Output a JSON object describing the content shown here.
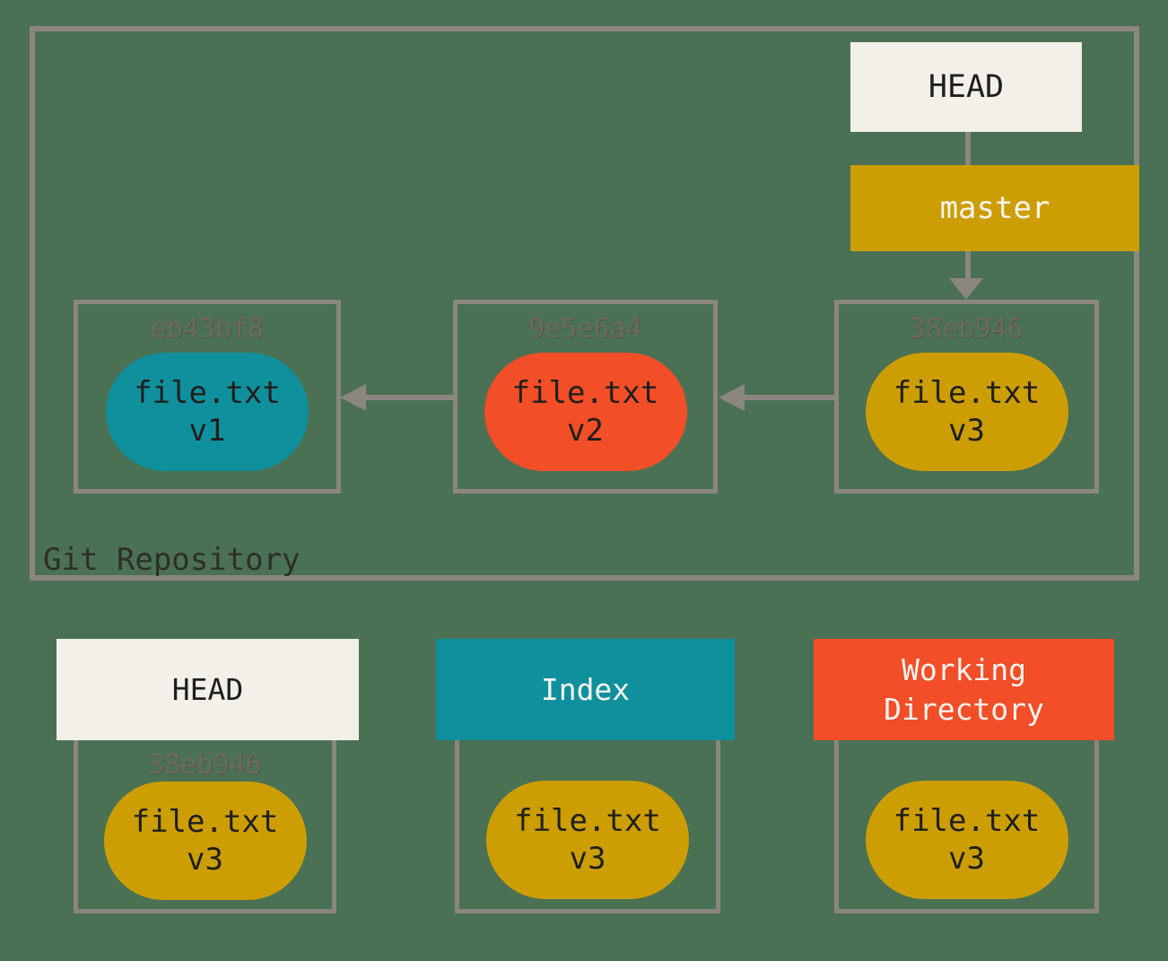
{
  "colors": {
    "background": "#4A7153",
    "line_and_border": "#8C8680",
    "cream": "#F2F0E8",
    "gold": "#CC9E03",
    "teal": "#10909D",
    "red": "#F24E28",
    "hash_text": "#6E6860",
    "dark_text": "#1F1F1D",
    "light_text": "#F6F4EF"
  },
  "repository": {
    "label": "Git Repository",
    "head": {
      "label": "HEAD"
    },
    "branch": {
      "label": "master"
    },
    "commits": [
      {
        "hash": "eb43bf8",
        "file": "file.txt",
        "version": "v1",
        "color": "#10909D"
      },
      {
        "hash": "9e5e6a4",
        "file": "file.txt",
        "version": "v2",
        "color": "#F24E28"
      },
      {
        "hash": "38eb946",
        "file": "file.txt",
        "version": "v3",
        "color": "#CC9E03"
      }
    ]
  },
  "areas": [
    {
      "title": "HEAD",
      "hash": "38eb946",
      "file": "file.txt",
      "version": "v3",
      "file_color": "#CC9E03"
    },
    {
      "title": "Index",
      "file": "file.txt",
      "version": "v3",
      "file_color": "#CC9E03"
    },
    {
      "title": "Working Directory",
      "file": "file.txt",
      "version": "v3",
      "file_color": "#CC9E03"
    }
  ]
}
